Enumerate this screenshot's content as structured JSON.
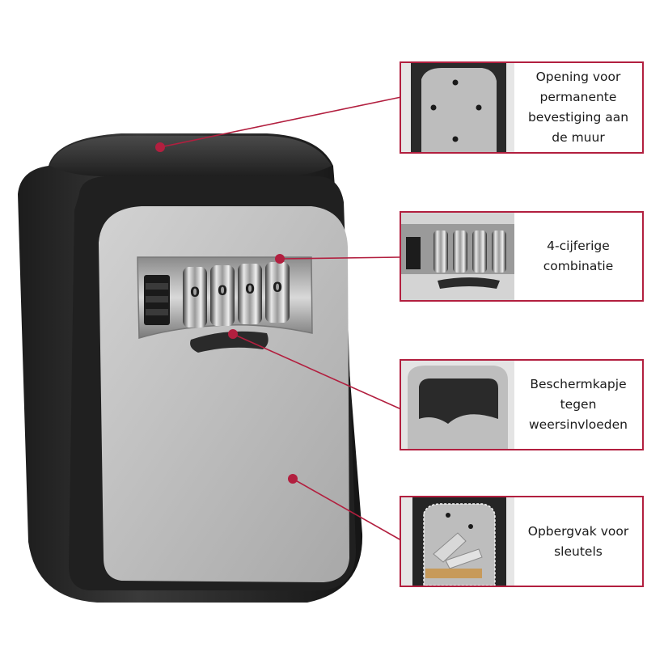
{
  "colors": {
    "accent": "#b21f3f",
    "housing": "#2a2a2a",
    "door": "#c4c4c4"
  },
  "callouts": [
    {
      "lines": [
        "Opening voor",
        "permanente",
        "bevestiging aan",
        "de muur"
      ]
    },
    {
      "lines": [
        "4-cijferige",
        "combinatie"
      ]
    },
    {
      "lines": [
        "Beschermkapje",
        "tegen",
        "weersinvloeden"
      ]
    },
    {
      "lines": [
        "Opbergvak voor",
        "sleutels"
      ]
    }
  ],
  "dials": [
    "0",
    "0",
    "0",
    "0"
  ]
}
